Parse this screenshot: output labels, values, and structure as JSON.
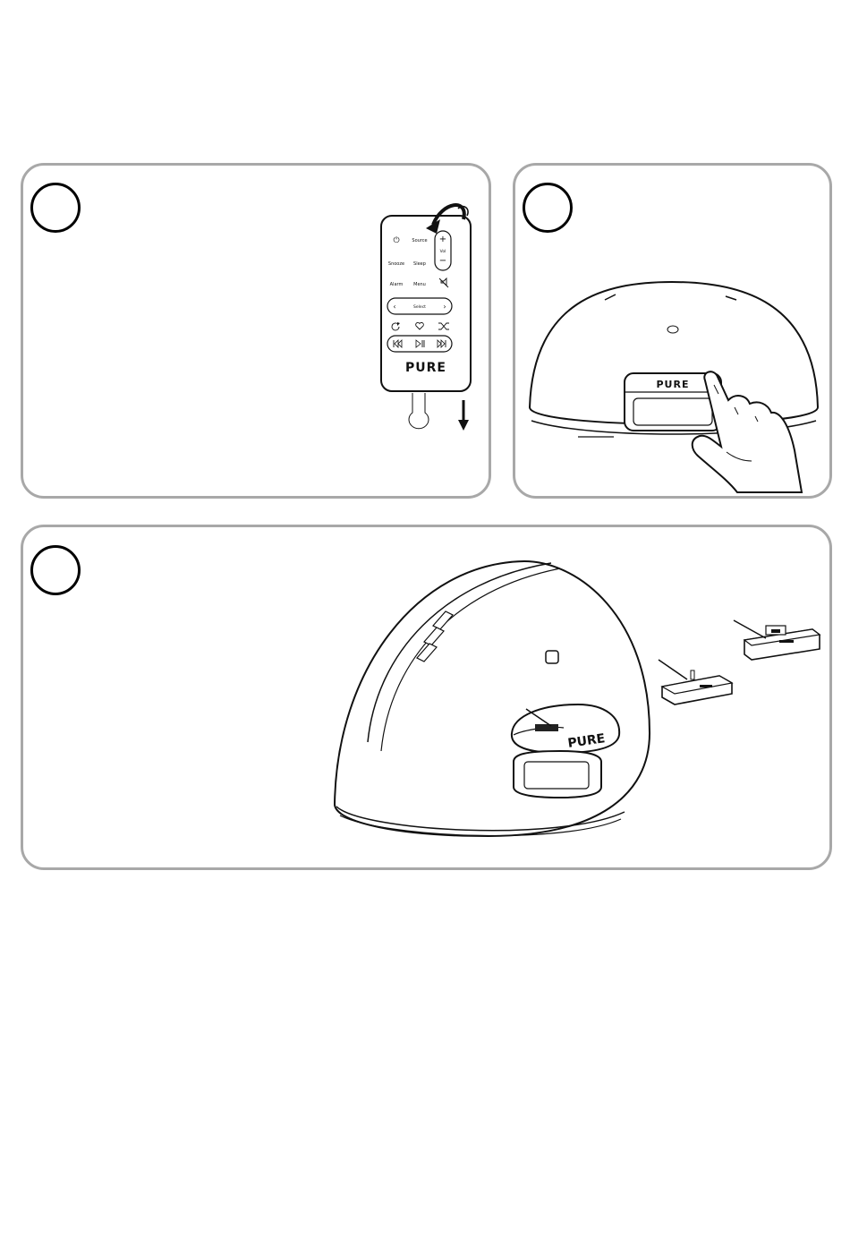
{
  "figure": {
    "type": "instruction-diagram",
    "steps": [
      {
        "id": 1,
        "subject": "remote-control-battery-tab"
      },
      {
        "id": 2,
        "subject": "press-dock-release"
      },
      {
        "id": 3,
        "subject": "dock-adapters"
      }
    ]
  },
  "remote": {
    "buttons": {
      "source": "Source",
      "vol": "Vol",
      "snooze": "Snooze",
      "sleep": "Sleep",
      "alarm": "Alarm",
      "menu": "Menu",
      "select": "Select"
    },
    "brand": "PURE"
  },
  "device": {
    "brand_front": "PURE",
    "brand_dock": "PURE"
  },
  "colors": {
    "panel_border": "#a8a8a8",
    "line": "#111111"
  }
}
